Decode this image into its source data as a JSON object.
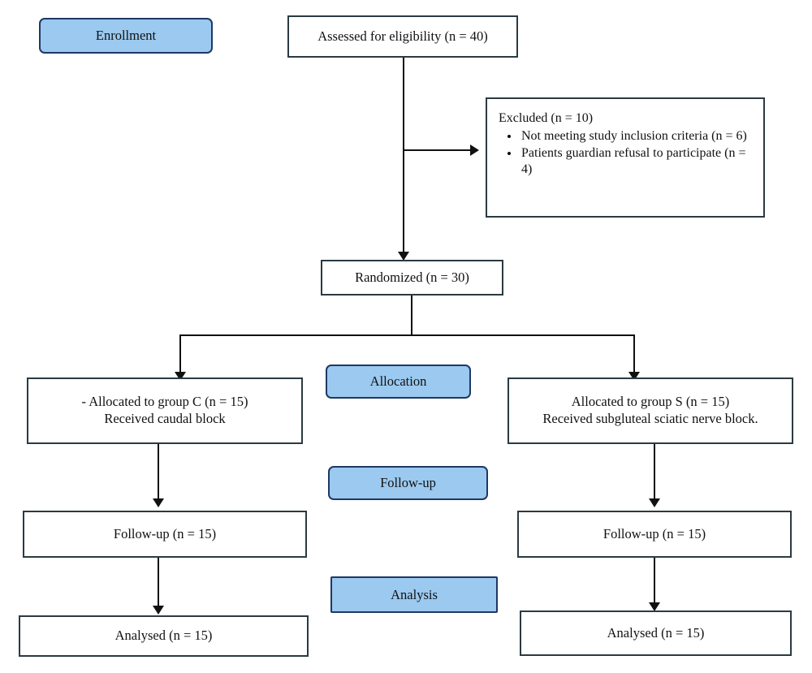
{
  "diagram": {
    "type": "consort-flow-diagram",
    "stage_labels": [
      {
        "id": "enrollment",
        "label": "Enrollment"
      },
      {
        "id": "allocation",
        "label": "Allocation"
      },
      {
        "id": "follow-up",
        "label": "Follow-up"
      },
      {
        "id": "analysis",
        "label": "Analysis"
      }
    ],
    "nodes": {
      "assessed": {
        "label": "Assessed for eligibility (n = 40)",
        "n": 40
      },
      "excluded": {
        "title": "Excluded (n = 10)",
        "n": 10,
        "reasons": [
          {
            "text": "Not meeting study inclusion criteria (n = 6)",
            "n": 6
          },
          {
            "text": "Patients guardian refusal to participate (n = 4)",
            "n": 4
          }
        ]
      },
      "randomized": {
        "label": "Randomized (n = 30)",
        "n": 30
      },
      "allocated_left": {
        "label": "-  Allocated to group C (n = 15)\nReceived caudal block",
        "n": 15
      },
      "allocated_right": {
        "label": "Allocated to group S (n = 15)\nReceived subgluteal sciatic nerve block.",
        "n": 15
      },
      "followup_left": {
        "label": "Follow-up (n = 15)",
        "n": 15
      },
      "followup_right": {
        "label": "Follow-up (n = 15)",
        "n": 15
      },
      "analysed_left": {
        "label": "Analysed (n = 15)",
        "n": 15
      },
      "analysed_right": {
        "label": "Analysed (n = 15)",
        "n": 15
      }
    },
    "colors": {
      "stage_fill": "#9bc9ef",
      "stage_border": "#1f3864",
      "box_border": "#2b3a42",
      "connector": "#111111",
      "text": "#111111",
      "background": "#ffffff"
    }
  }
}
